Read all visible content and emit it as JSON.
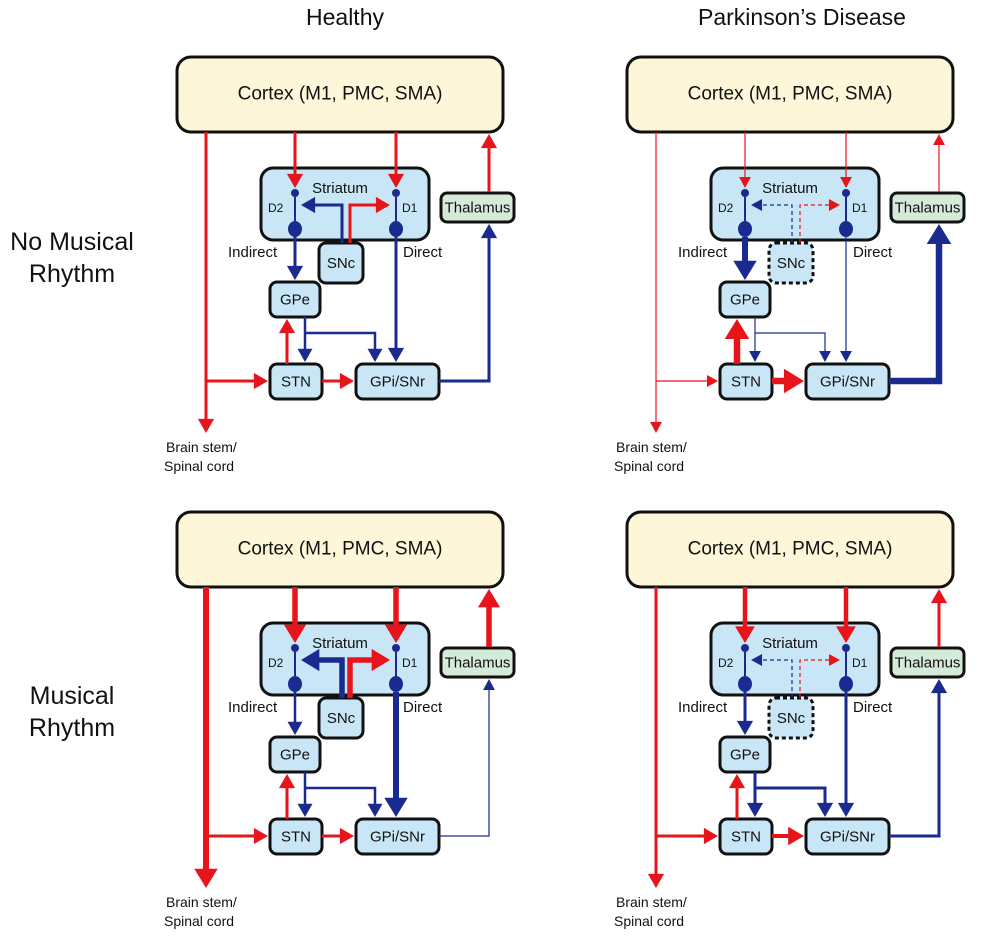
{
  "headers": {
    "healthy": "Healthy",
    "pd": "Parkinson’s Disease"
  },
  "rows": {
    "no_rhythm": [
      "No Musical",
      "Rhythm"
    ],
    "rhythm": [
      "Musical",
      "Rhythm"
    ]
  },
  "labels": {
    "cortex": "Cortex (M1, PMC, SMA)",
    "striatum": "Striatum",
    "d2": "D2",
    "d1": "D1",
    "thalamus": "Thalamus",
    "snc": "SNc",
    "gpe": "GPe",
    "stn": "STN",
    "gpi": "GPi/SNr",
    "indirect": "Indirect",
    "direct": "Direct",
    "brainstem": [
      "Brain stem/",
      "Spinal cord"
    ]
  },
  "colors": {
    "excitatory": "#e8141c",
    "inhibitory": "#1a2a8f",
    "cortex_fill": "#fdf6d8",
    "nucleus_fill": "#c9e6f7",
    "thalamus_fill": "#d6ead8"
  },
  "panels": [
    {
      "id": "healthy-no-rhythm",
      "snc_impaired": false,
      "widths": {
        "ctx_to_striatum": 3,
        "ctx_to_brainstem": 3,
        "ctx_to_stn": 3,
        "thal_to_ctx": 3,
        "snc_to_d2": 3,
        "snc_to_d1": 3,
        "d2_to_gpe": 3,
        "d1_to_gpi": 3,
        "gpe_to_stn": 2.5,
        "gpe_to_gpi": 2.5,
        "stn_to_gpe": 3,
        "stn_to_gpi": 3,
        "gpi_to_thal": 3
      }
    },
    {
      "id": "pd-no-rhythm",
      "snc_impaired": true,
      "widths": {
        "ctx_to_striatum": 1.2,
        "ctx_to_brainstem": 1.2,
        "ctx_to_stn": 1.2,
        "thal_to_ctx": 1.2,
        "snc_to_d2": 1.2,
        "snc_to_d1": 1.2,
        "d2_to_gpe": 6,
        "d1_to_gpi": 1.2,
        "gpe_to_stn": 1.2,
        "gpe_to_gpi": 1.2,
        "stn_to_gpe": 6.5,
        "stn_to_gpi": 6.5,
        "gpi_to_thal": 6.5
      }
    },
    {
      "id": "healthy-rhythm",
      "snc_impaired": false,
      "widths": {
        "ctx_to_striatum": 5.5,
        "ctx_to_brainstem": 6,
        "ctx_to_stn": 3,
        "thal_to_ctx": 5.5,
        "snc_to_d2": 5.5,
        "snc_to_d1": 5.5,
        "d2_to_gpe": 2.5,
        "d1_to_gpi": 6,
        "gpe_to_stn": 2.5,
        "gpe_to_gpi": 2.5,
        "stn_to_gpe": 3,
        "stn_to_gpi": 3,
        "gpi_to_thal": 1.2
      }
    },
    {
      "id": "pd-rhythm",
      "snc_impaired": true,
      "widths": {
        "ctx_to_striatum": 4.5,
        "ctx_to_brainstem": 3,
        "ctx_to_stn": 3,
        "thal_to_ctx": 3,
        "snc_to_d2": 1.2,
        "snc_to_d1": 1.2,
        "d2_to_gpe": 3,
        "d1_to_gpi": 3,
        "gpe_to_stn": 3,
        "gpe_to_gpi": 3,
        "stn_to_gpe": 3,
        "stn_to_gpi": 4,
        "gpi_to_thal": 3
      }
    }
  ]
}
